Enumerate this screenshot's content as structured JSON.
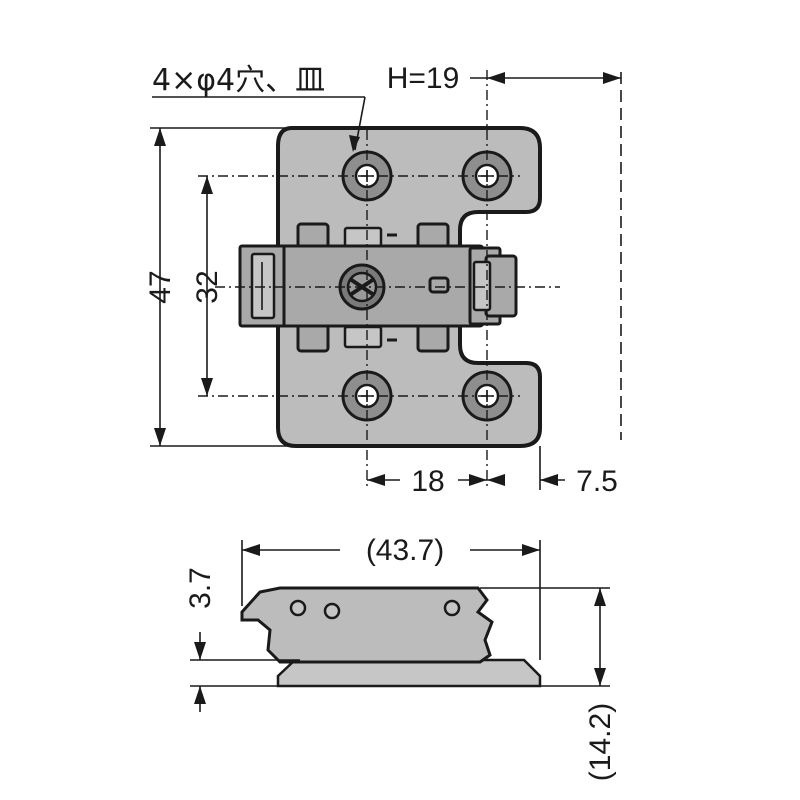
{
  "drawing": {
    "hole_note": "4×φ4穴、皿",
    "height_label": "H=19",
    "dimensions": {
      "total_height": "47",
      "hole_pitch_vertical": "32",
      "hole_pitch_horizontal": "18",
      "edge_offset": "7.5",
      "side_length": "(43.7)",
      "thickness": "3.7",
      "side_height": "(14.2)"
    }
  }
}
